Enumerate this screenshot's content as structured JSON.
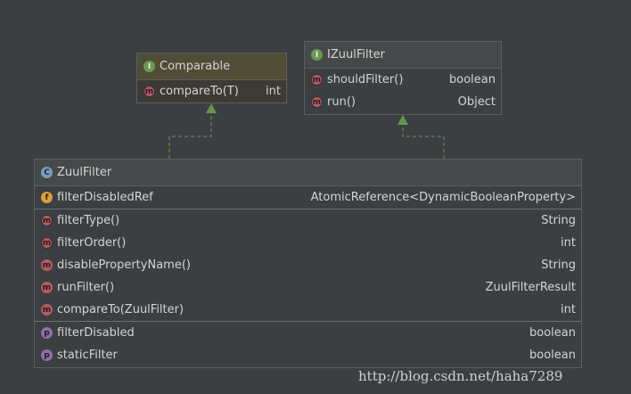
{
  "classes": {
    "comparable": {
      "name": "Comparable",
      "kind_icon": "interface-icon",
      "methods": [
        {
          "name": "compareTo(T)",
          "type": "int",
          "icon": "abstract-method-icon"
        }
      ]
    },
    "izuulfilter": {
      "name": "IZuulFilter",
      "kind_icon": "interface-icon",
      "methods": [
        {
          "name": "shouldFilter()",
          "type": "boolean",
          "icon": "abstract-method-icon"
        },
        {
          "name": "run()",
          "type": "Object",
          "icon": "abstract-method-icon"
        }
      ]
    },
    "zuulfilter": {
      "name": "ZuulFilter",
      "kind_icon": "abstract-class-icon",
      "fields": [
        {
          "name": "filterDisabledRef",
          "type": "AtomicReference<DynamicBooleanProperty>",
          "icon": "field-icon"
        }
      ],
      "methods": [
        {
          "name": "filterType()",
          "type": "String",
          "icon": "abstract-method-icon"
        },
        {
          "name": "filterOrder()",
          "type": "int",
          "icon": "abstract-method-icon"
        },
        {
          "name": "disablePropertyName()",
          "type": "String",
          "icon": "method-icon"
        },
        {
          "name": "runFilter()",
          "type": "ZuulFilterResult",
          "icon": "method-icon"
        },
        {
          "name": "compareTo(ZuulFilter)",
          "type": "int",
          "icon": "method-icon"
        }
      ],
      "properties": [
        {
          "name": "filterDisabled",
          "type": "boolean",
          "icon": "property-icon"
        },
        {
          "name": "staticFilter",
          "type": "boolean",
          "icon": "property-icon"
        }
      ]
    }
  },
  "relations": [
    {
      "from": "ZuulFilter",
      "to": "Comparable",
      "kind": "implements"
    },
    {
      "from": "ZuulFilter",
      "to": "IZuulFilter",
      "kind": "implements"
    }
  ],
  "colors": {
    "background": "#3c3f41",
    "edge": "#5e9a4b",
    "interface_icon": "#6a9955",
    "method_icon": "#b35c64",
    "field_icon": "#d9a03c",
    "property_icon": "#8e71a8"
  },
  "watermark": "http://blog.csdn.net/haha7289"
}
